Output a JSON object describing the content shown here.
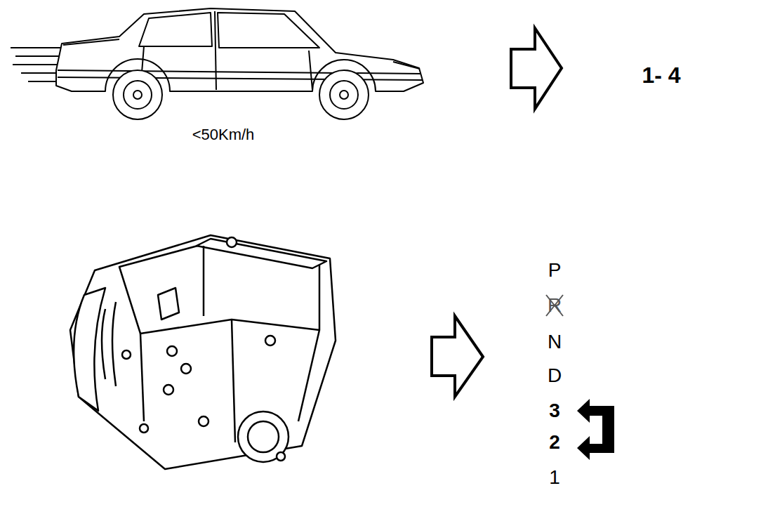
{
  "diagram": {
    "labels": [
      "<50Km/h",
      "1- 4",
      "P",
      "R",
      "N",
      "D",
      "3",
      "2",
      "1"
    ]
  }
}
